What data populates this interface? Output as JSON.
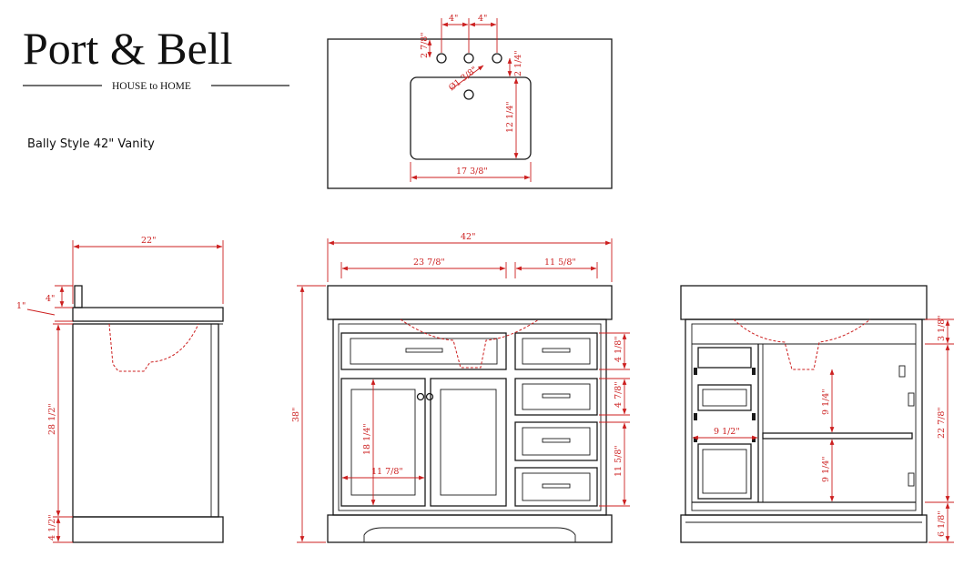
{
  "brand": {
    "name": "Port & Bell",
    "tagline": "HOUSE to HOME"
  },
  "product": {
    "title": "Bally Style 42\" Vanity"
  },
  "colors": {
    "outline": "#1a1a1a",
    "dimension": "#cc1f1f",
    "background": "#ffffff"
  },
  "dimensions": {
    "top_view": {
      "faucet_spacing_left": "4\"",
      "faucet_spacing_right": "4\"",
      "faucet_hole_offset": "2 7/8\"",
      "hole_diameter": "Ø1 3/8\"",
      "rim_to_edge": "2 1/4\"",
      "basin_depth": "12 1/4\"",
      "basin_width": "17 3/8\""
    },
    "side_view": {
      "depth": "22\"",
      "backsplash": "4\"",
      "top_thickness": "1\"",
      "cabinet_height": "28 1/2\"",
      "toe_kick": "4 1/2\""
    },
    "front_view": {
      "width": "42\"",
      "height": "38\"",
      "sink_section_width": "23 7/8\"",
      "drawer_stack_width": "11 5/8\"",
      "door_height": "18 1/4\"",
      "door_width": "11 7/8\"",
      "drawer_1_height": "4 1/8\"",
      "drawer_2_height": "4 7/8\"",
      "drawer_3_height": "11 5/8\""
    },
    "interior_view": {
      "top_rail": "3 1/8\"",
      "upper_shelf_height": "9 1/4\"",
      "lower_shelf_height": "9 1/4\"",
      "shelf_depth": "9 1/2\"",
      "interior_height": "22 7/8\"",
      "base_height": "6 1/8\""
    }
  }
}
